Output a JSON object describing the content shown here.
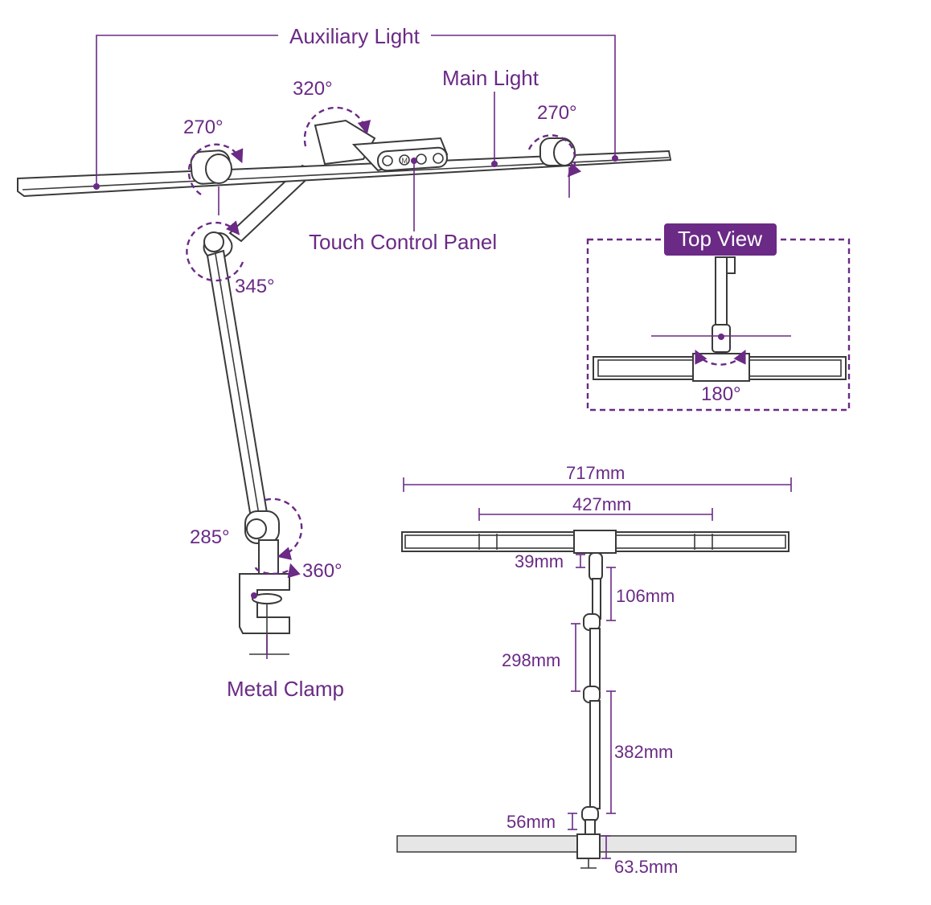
{
  "labels": {
    "auxiliary_light": "Auxiliary Light",
    "main_light": "Main Light",
    "touch_control_panel": "Touch Control Panel",
    "metal_clamp": "Metal Clamp",
    "top_view": "Top View"
  },
  "angles": {
    "left_aux": "270°",
    "head": "320°",
    "right_aux": "270°",
    "elbow": "345°",
    "base_tilt": "285°",
    "base_swivel": "360°",
    "top_view": "180°"
  },
  "panel_icons": [
    "power-icon",
    "mode-icon",
    "brightness-icon",
    "power-icon"
  ],
  "panel_mode_letter": "M",
  "dimensions": {
    "total_width": "717mm",
    "main_width": "427mm",
    "head_height": "39mm",
    "upper_arm": "106mm",
    "mid_arm": "298mm",
    "lower_arm": "382mm",
    "base_post": "56mm",
    "clamp_depth": "63.5mm"
  },
  "colors": {
    "accent": "#6a2a85",
    "outline": "#3a3a3a",
    "desk": "#e6e6e6"
  }
}
